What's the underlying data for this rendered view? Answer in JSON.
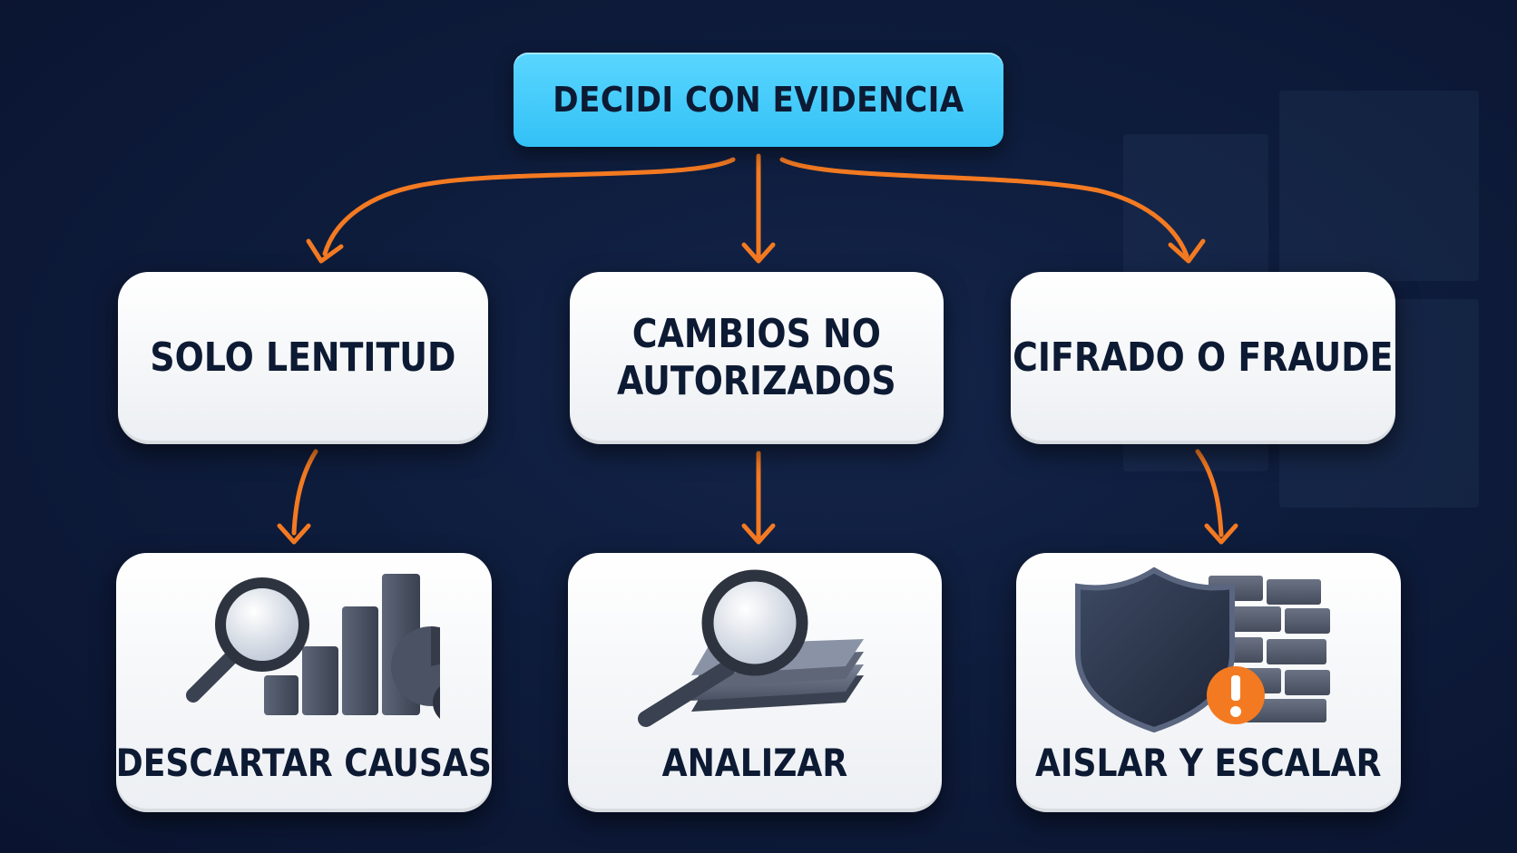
{
  "root": {
    "label": "DECIDI CON EVIDENCIA"
  },
  "branches": [
    {
      "label": "SOLO LENTITUD",
      "action": {
        "label": "DESCARTAR CAUSAS",
        "icon": "magnifier-chart-icon"
      }
    },
    {
      "label_line1": "CAMBIOS NO",
      "label_line2": "AUTORIZADOS",
      "action": {
        "label": "ANALIZAR",
        "icon": "magnifier-documents-icon"
      }
    },
    {
      "label": "CIFRADO O FRAUDE",
      "action": {
        "label": "AISLAR Y ESCALAR",
        "icon": "shield-firewall-alert-icon"
      }
    }
  ],
  "colors": {
    "root_fill": "#3cc8fa",
    "arrow": "#f47a22",
    "card_fill": "#f4f5f7",
    "text_dark": "#0d1a33",
    "background": "#0e1c3c"
  }
}
